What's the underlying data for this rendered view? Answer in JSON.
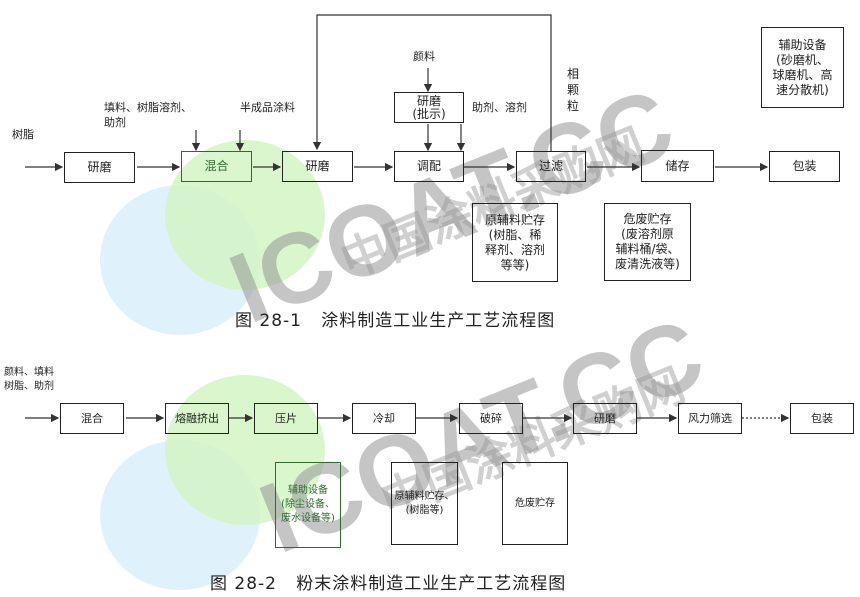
{
  "watermark": {
    "brand": "ICOAT.CC",
    "cn": "中国涂料采购网",
    "colors": {
      "blue": "#dff1fb",
      "green": "#d4f5c4",
      "grey": "#9a9a9a"
    }
  },
  "fig1": {
    "inputs": {
      "resin": "树脂",
      "filler_line1": "填料、树脂溶剂、",
      "filler_line2": "助剂",
      "semi_finished": "半成品涂料",
      "pigment": "颜料",
      "additive_solvent": "助剂、溶剂",
      "coarse_particles": "相颗粒"
    },
    "steps": [
      "研磨",
      "混合",
      "研磨",
      "调配",
      "过滤",
      "储存",
      "包装"
    ],
    "grind_batch": "研磨\n(批示)",
    "aux_equipment": "辅助设备\n(砂磨机、\n球磨机、高\n速分散机)",
    "raw_storage": "原辅料贮存\n(树脂、稀\n释剂、溶剂\n等等)",
    "hazard_storage": "危废贮存\n(废溶剂原\n辅料桶/袋、\n废清洗液等)",
    "caption": "图 28-1   涂料制造工业生产工艺流程图"
  },
  "fig2": {
    "inputs_line1": "颜料、填料",
    "inputs_line2": "树脂、助剂",
    "steps": [
      "混合",
      "熔融挤出",
      "压片",
      "冷却",
      "破碎",
      "研磨",
      "风力筛选",
      "包装"
    ],
    "aux_equipment": "辅助设备\n(除尘设备、\n废水设备等)",
    "raw_storage": "原辅料贮存、\n(树脂等)",
    "hazard_storage": "危废贮存",
    "caption": "图 28-2   粉末涂料制造工业生产工艺流程图"
  }
}
